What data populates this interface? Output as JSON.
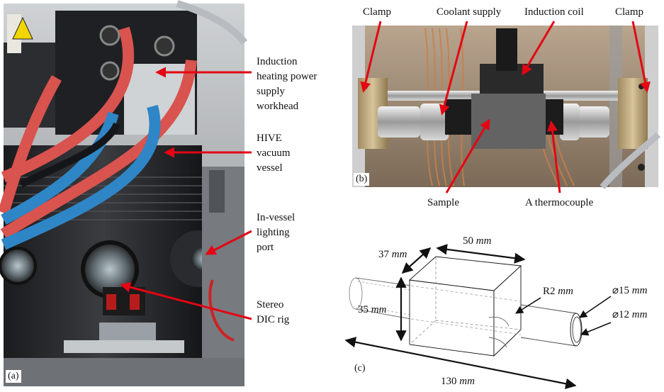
{
  "panel_a": {
    "tag": "(a)",
    "labels": {
      "induction_power_supply": "Induction heating power supply workhead",
      "hive_vessel": "HIVE vacuum vessel",
      "lighting_port": "In-vessel lighting port",
      "stereo_dic": "Stereo DIC rig"
    }
  },
  "panel_b": {
    "tag": "(b)",
    "labels": {
      "clamp_left": "Clamp",
      "coolant_supply": "Coolant supply",
      "induction_coil": "Induction coil",
      "clamp_right": "Clamp",
      "sample": "Sample",
      "thermocouple": "A thermocouple"
    }
  },
  "panel_c": {
    "tag": "(c)",
    "dimensions": {
      "width_num": "50",
      "depth_num": "37",
      "height_num": "35",
      "length_num": "130",
      "radius_num": "R2",
      "outer_diameter_num": "⌀15",
      "inner_diameter_num": "⌀12",
      "unit": "mm"
    }
  },
  "colors": {
    "arrow_red": "#e30613",
    "line_black": "#111111"
  }
}
